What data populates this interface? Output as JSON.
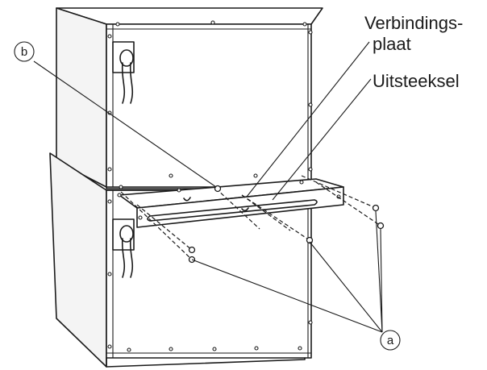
{
  "labels": {
    "connecting_plate_line1": "Verbindings-",
    "connecting_plate_line2": "plaat",
    "protrusion": "Uitsteeksel",
    "callout_b": "b",
    "callout_a": "a"
  },
  "colors": {
    "line": "#1a1a1a",
    "background": "#ffffff"
  }
}
